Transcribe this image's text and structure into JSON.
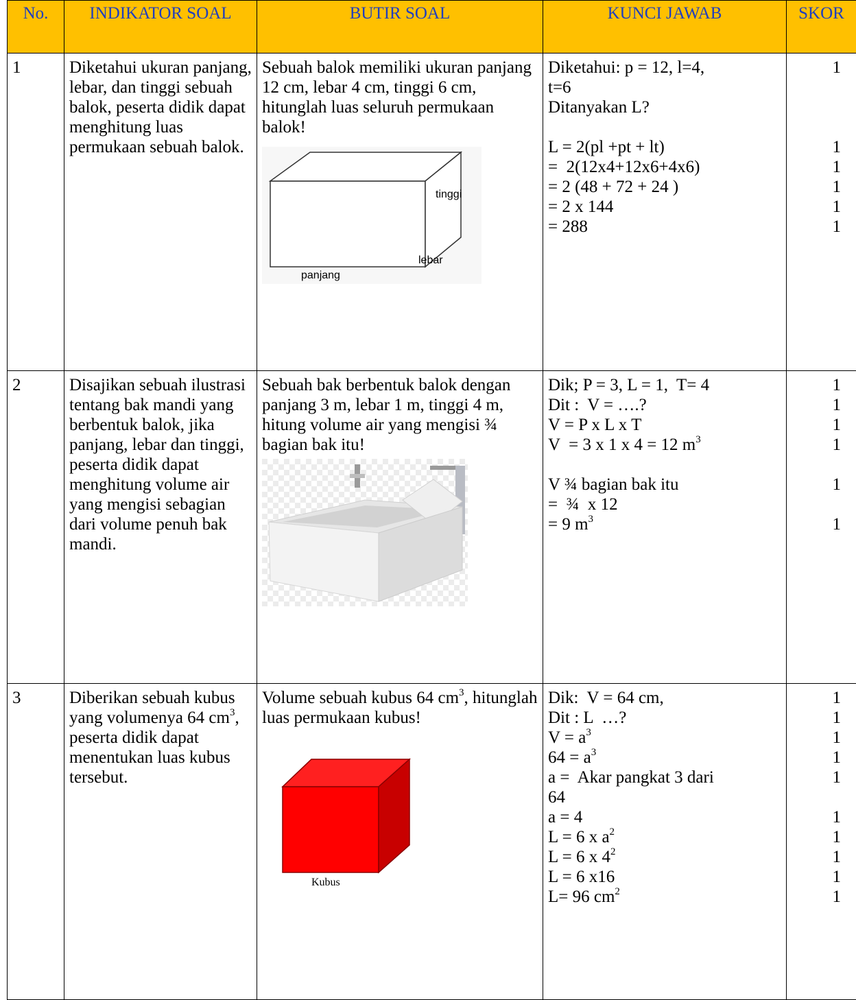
{
  "header": {
    "no": "No.",
    "indikator": "INDIKATOR SOAL",
    "butir": "BUTIR SOAL",
    "kunci": "KUNCI JAWAB",
    "skor": "SKOR"
  },
  "rows": [
    {
      "no": "1",
      "indikator": "Diketahui ukuran panjang, lebar, dan tinggi sebuah balok, peserta didik dapat menghitung luas permukaan sebuah balok.",
      "butir": "Sebuah balok memiliki ukuran panjang 12 cm, lebar 4 cm, tinggi 6 cm, hitunglah luas seluruh permukaan balok!",
      "figure_labels": {
        "tinggi": "tinggi",
        "lebar": "lebar",
        "panjang": "panjang"
      },
      "kunci": [
        "Diketahui: p = 12, l=4,",
        "t=6",
        "Ditanyakan L?",
        "",
        "L = 2(pl +pt + lt)",
        "=  2(12x4+12x6+4x6)",
        "= 2 (48 + 72 + 24 )",
        "= 2 x 144",
        "= 288"
      ],
      "skor": [
        "1",
        "",
        "",
        "",
        "1",
        "1",
        "1",
        "1",
        "1"
      ]
    },
    {
      "no": "2",
      "indikator": "Disajikan sebuah ilustrasi tentang bak mandi yang berbentuk balok, jika panjang, lebar dan tinggi,  peserta didik dapat menghitung volume air yang mengisi sebagian dari volume penuh bak mandi.",
      "butir": "Sebuah bak berbentuk balok dengan panjang 3 m, lebar 1 m, tinggi 4 m, hitung volume air yang mengisi ¾ bagian bak itu!",
      "kunci": [
        "Dik; P = 3, L = 1,  T= 4",
        "Dit :  V = ….?",
        "V = P x L x T",
        "V  = 3 x 1 x 4 = 12 m",
        "",
        "V ¾ bagian bak itu",
        "=  ¾  x 12",
        "= 9 m"
      ],
      "kunci_sup": [
        "",
        "",
        "",
        "3",
        "",
        "",
        "",
        "3"
      ],
      "skor": [
        "1",
        "1",
        "1",
        "1",
        "",
        "1",
        "",
        "1"
      ]
    },
    {
      "no": "3",
      "indikator_pre": "Diberikan sebuah kubus yang volumenya 64 cm",
      "indikator_sup": "3",
      "indikator_post": ", peserta didik dapat menentukan luas kubus tersebut.",
      "butir_pre": "Volume sebuah kubus 64 cm",
      "butir_sup": "3",
      "butir_post": ", hitunglah luas permukaan kubus!",
      "figure_label": "Kubus",
      "kunci": [
        "Dik:  V = 64 cm,",
        "Dit : L  …?",
        "V = a",
        "64 = a",
        "a =  Akar pangkat 3 dari",
        "64",
        "a = 4",
        "L = 6 x a",
        "L = 6 x 4",
        "L = 6 x16",
        "L= 96 cm"
      ],
      "kunci_sup": [
        "",
        "",
        "3",
        "3",
        "",
        "",
        "",
        "2",
        "2",
        "",
        "2"
      ],
      "skor": [
        "1",
        "1",
        "1",
        "1",
        "1",
        "",
        "1",
        "1",
        "1",
        "1",
        "1"
      ]
    }
  ],
  "colors": {
    "header_bg": "#ffc000",
    "header_text": "#1f3fbf",
    "cube_red": "#ff0000"
  }
}
